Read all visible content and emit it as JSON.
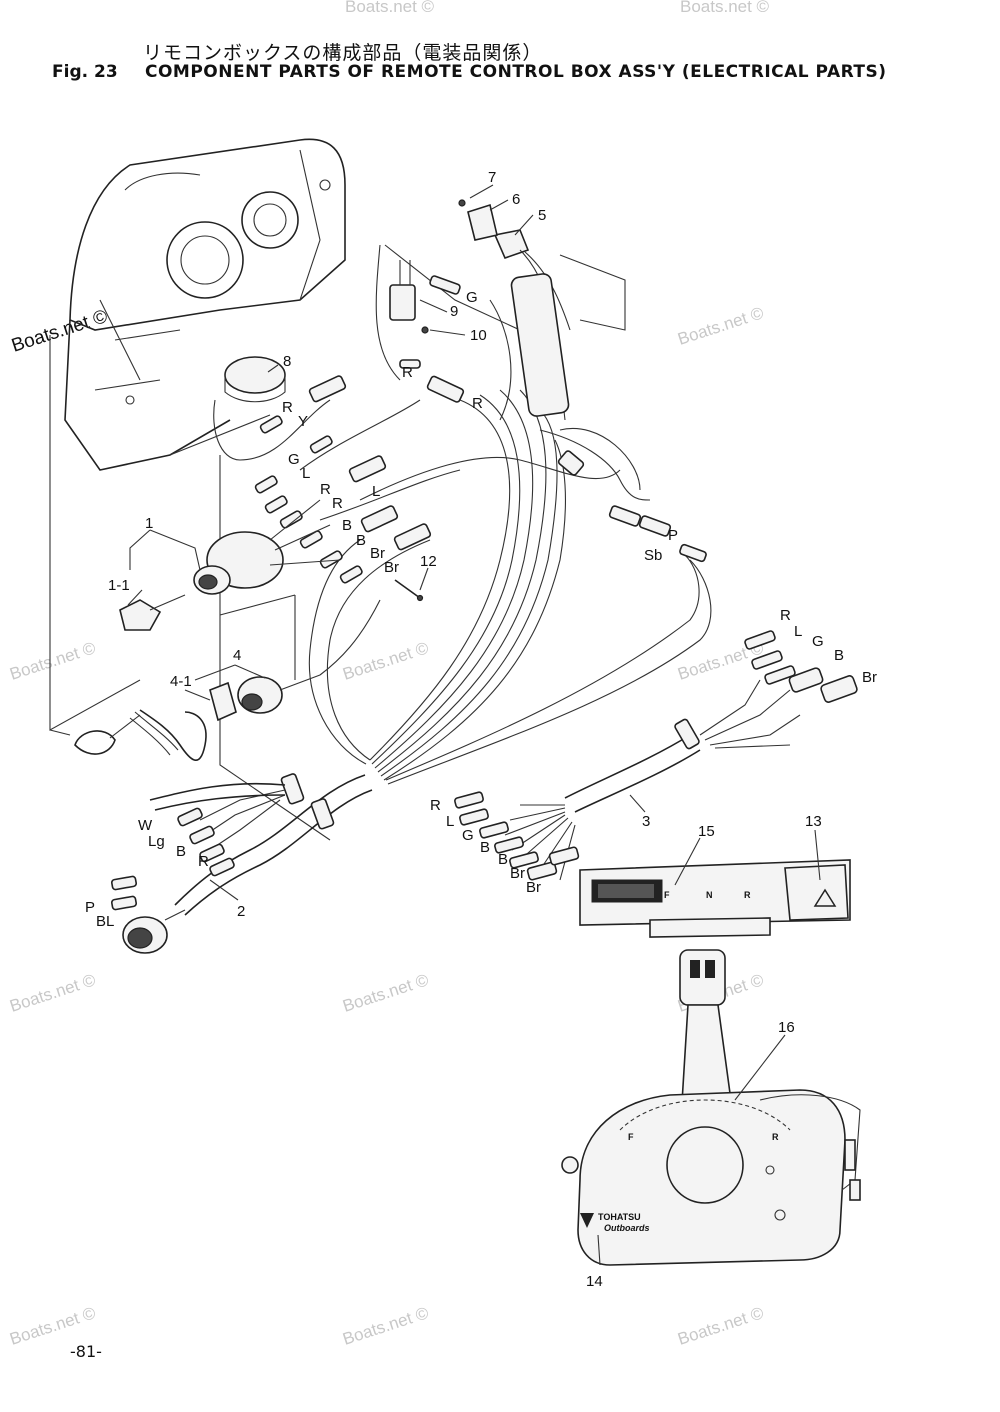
{
  "header": {
    "jp_title": "リモコンボックスの構成部品（電装品関係）",
    "fig_number": "Fig. 23",
    "en_title": "COMPONENT PARTS OF REMOTE CONTROL BOX ASS'Y (ELECTRICAL PARTS)"
  },
  "page_number": "-81-",
  "watermark": {
    "main": "Boats.net ©",
    "faint": "Boats.net ©"
  },
  "part_labels": {
    "p1": "1",
    "p1_1": "1-1",
    "p2": "2",
    "p3": "3",
    "p4": "4",
    "p4_1": "4-1",
    "p5": "5",
    "p6": "6",
    "p7": "7",
    "p8": "8",
    "p9": "9",
    "p10": "10",
    "p12": "12",
    "p13": "13",
    "p14": "14",
    "p15": "15",
    "p16": "16"
  },
  "wire_labels": {
    "top_g": "G",
    "top_r": "R",
    "upper_r": "R",
    "upper_y": "Y",
    "mid_r": "R",
    "mid_g": "G",
    "mid_l": "L",
    "mid_r2": "R",
    "mid_r3": "R",
    "mid_l2": "L",
    "mid_b": "B",
    "mid_b2": "B",
    "mid_br": "Br",
    "mid_br2": "Br",
    "p_label": "P",
    "sb_label": "Sb",
    "right_r": "R",
    "right_l": "L",
    "right_g": "G",
    "right_b": "B",
    "right_br": "Br",
    "left_w": "W",
    "left_lg": "Lg",
    "left_b": "B",
    "left_r": "R",
    "left_p": "P",
    "left_bl": "BL",
    "cen_r": "R",
    "cen_l": "L",
    "cen_g": "G",
    "cen_b": "B",
    "cen_b2": "B",
    "cen_br": "Br",
    "cen_br2": "Br"
  },
  "control_markings": {
    "shift_f": "F",
    "shift_n": "N",
    "shift_r": "R",
    "lever_f": "F",
    "lever_r": "R",
    "brand": "TOHATSU",
    "brand_sub": "Outboards"
  }
}
